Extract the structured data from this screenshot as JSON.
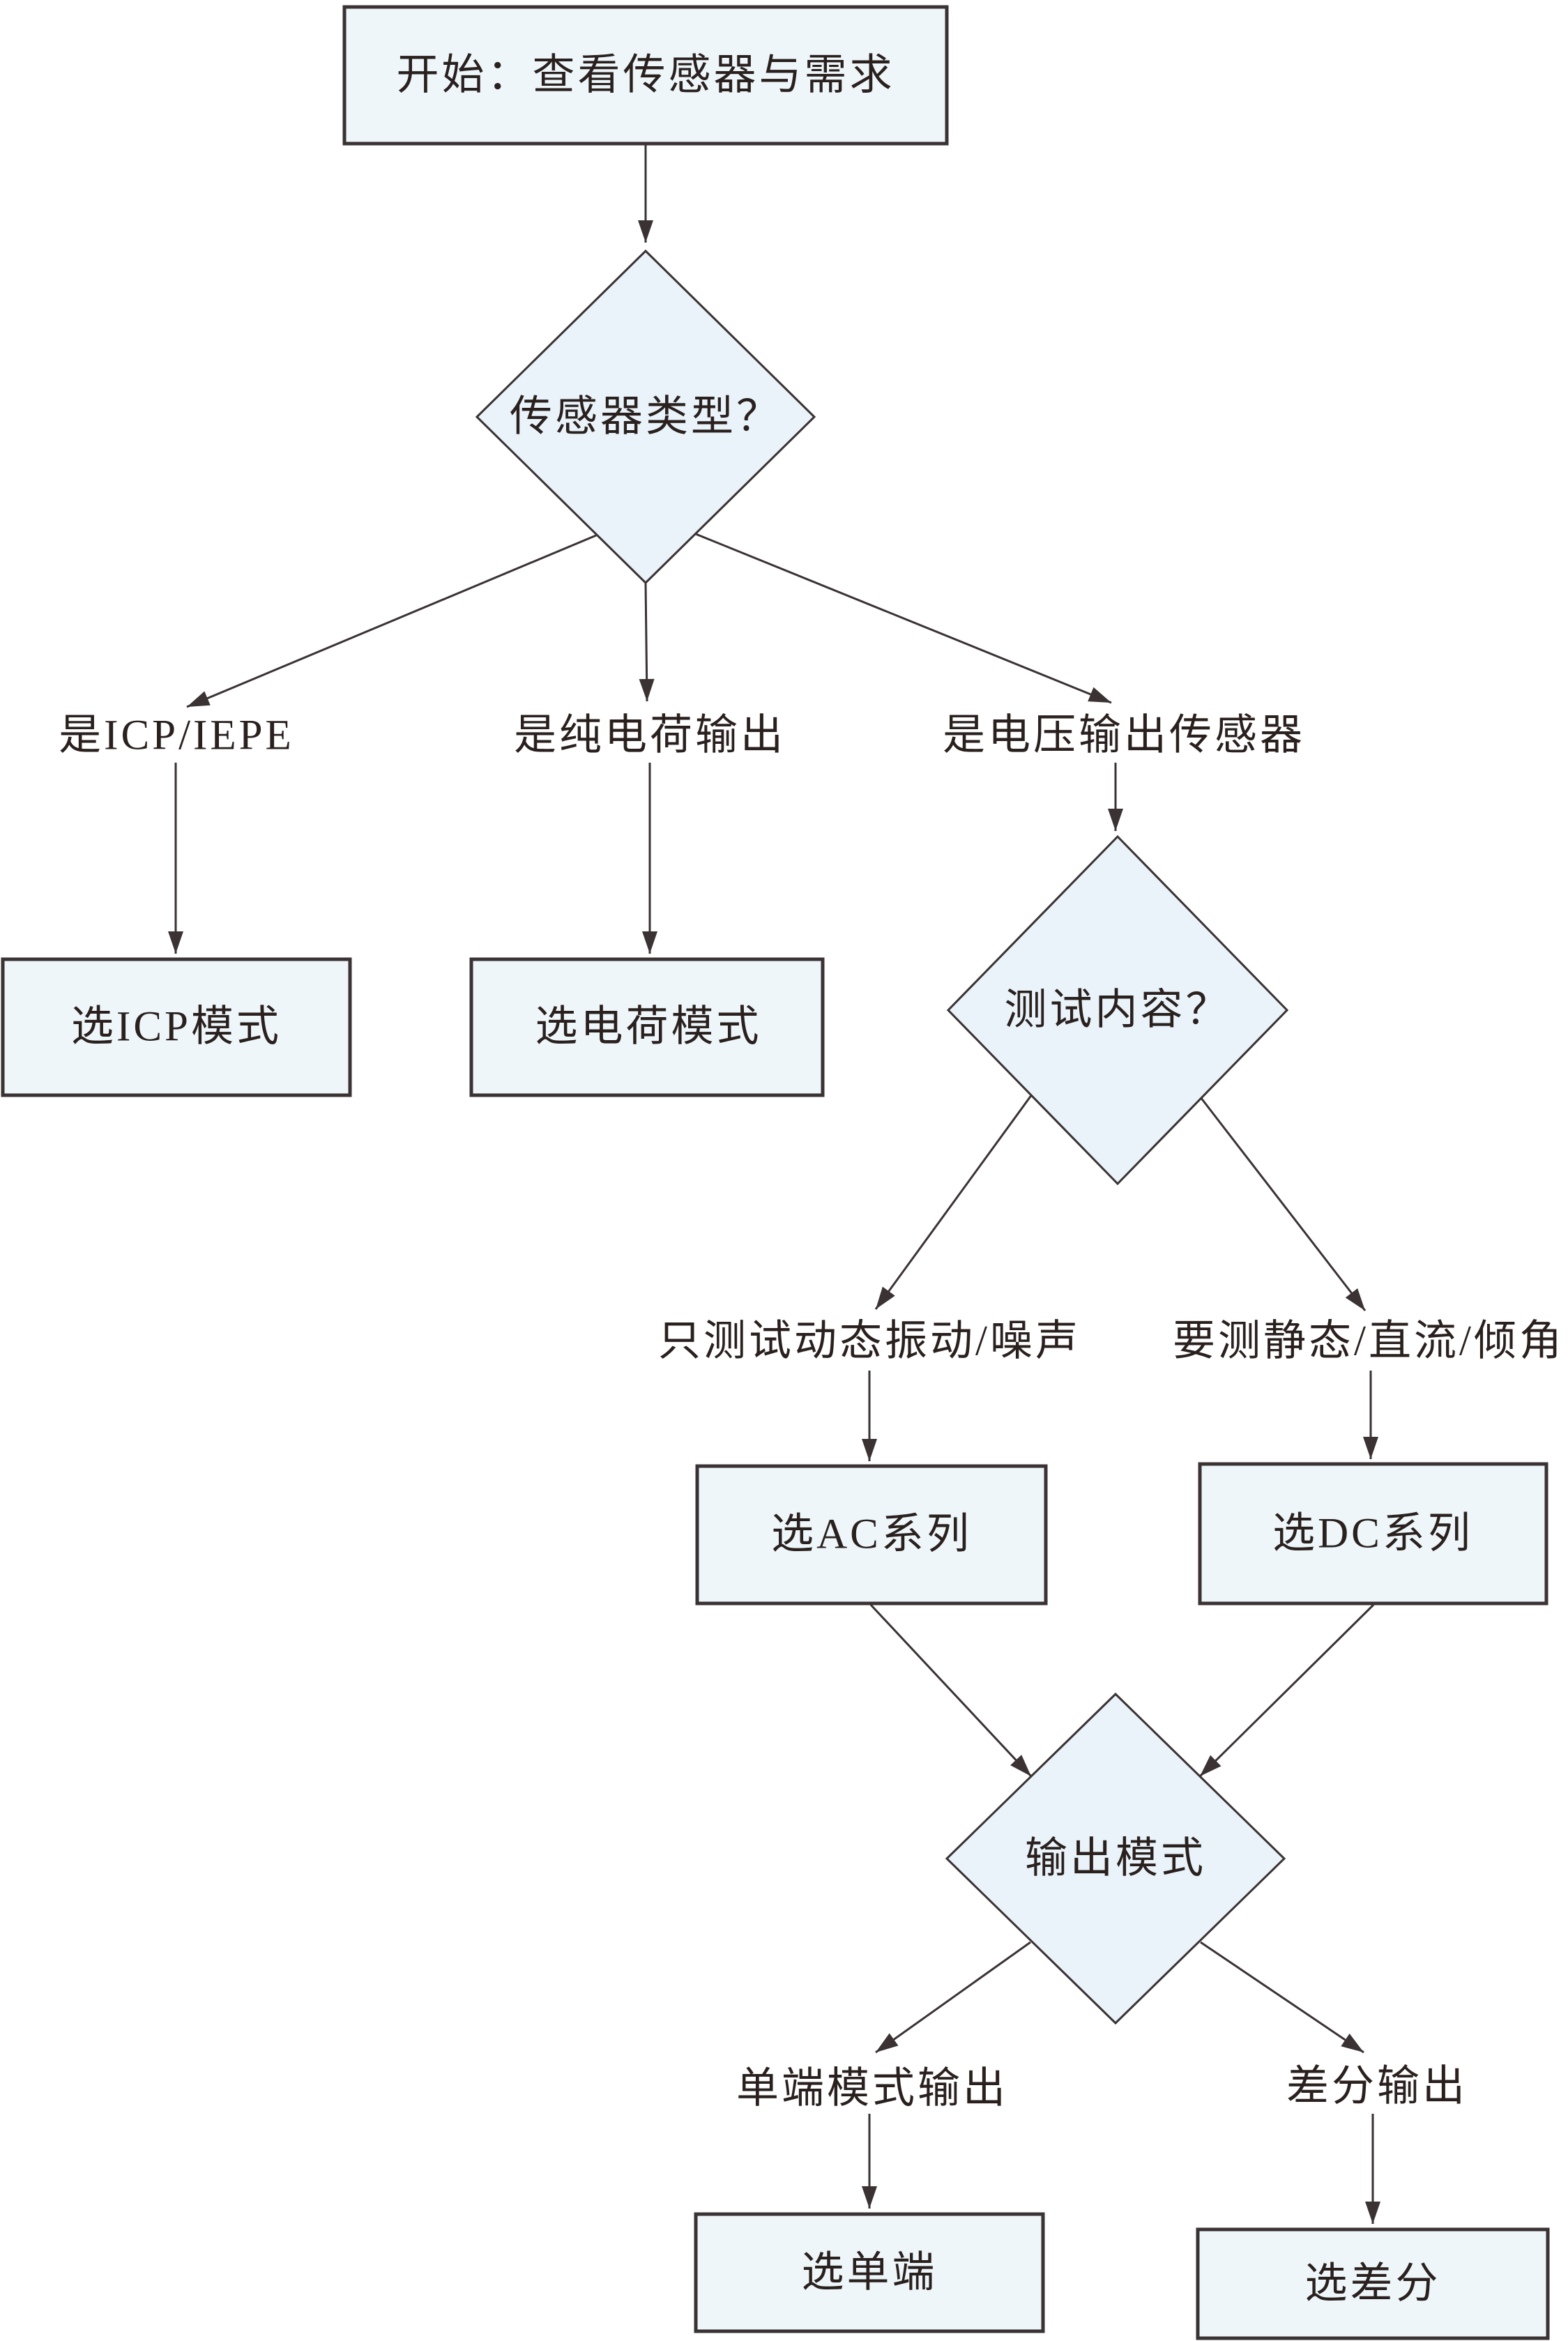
{
  "diagram_type": "flowchart",
  "language": "zh-CN",
  "colors": {
    "background": "#ffffff",
    "process_fill": "#eef6fa",
    "decision_fill": "#e9f3f9",
    "line_stroke": "#3a3233",
    "text": "#2a211f"
  },
  "nodes": {
    "start": {
      "type": "process",
      "label": "开始：查看传感器与需求"
    },
    "sensor_type": {
      "type": "decision",
      "label": "传感器类型？"
    },
    "icp_mode": {
      "type": "process",
      "label": "选ICP模式"
    },
    "charge_mode": {
      "type": "process",
      "label": "选电荷模式"
    },
    "test_content": {
      "type": "decision",
      "label": "测试内容？"
    },
    "ac_series": {
      "type": "process",
      "label": "选AC系列"
    },
    "dc_series": {
      "type": "process",
      "label": "选DC系列"
    },
    "output_mode": {
      "type": "decision",
      "label": "输出模式"
    },
    "single_ended": {
      "type": "process",
      "label": "选单端"
    },
    "differential": {
      "type": "process",
      "label": "选差分"
    }
  },
  "edge_labels": {
    "icp_iepe": "是ICP/IEPE",
    "pure_charge": "是纯电荷输出",
    "voltage_output": "是电压输出传感器",
    "dynamic_only": "只测试动态振动/噪声",
    "static_dc_tilt": "要测静态/直流/倾角",
    "single_ended_output": "单端模式输出",
    "differential_output": "差分输出"
  }
}
